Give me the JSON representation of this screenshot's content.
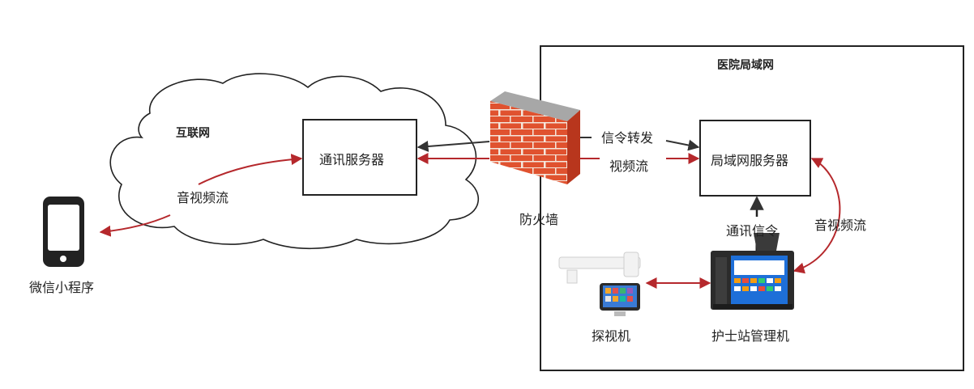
{
  "diagram": {
    "lan_region_label": "医院局域网",
    "internet_label": "互联网",
    "comm_server_label": "通讯服务器",
    "lan_server_label": "局域网服务器",
    "firewall_label": "防火墙",
    "signal_forward_label": "信令转发",
    "video_stream_label": "视频流",
    "av_stream_left_label": "音视频流",
    "av_stream_right_label": "音视频流",
    "comm_signal_label": "通讯信令",
    "mobile_label": "微信小程序",
    "visit_device_label": "探视机",
    "nurse_station_label": "护士站管理机"
  },
  "colors": {
    "arrow_red": "#b5282c",
    "arrow_dark": "#333333",
    "brick": "#e0522f",
    "brick_dark": "#b8361d",
    "wall_top": "#9c9c9c",
    "screen_blue": "#1e6fd8"
  },
  "icons": {
    "firewall": "brick-wall-icon",
    "phone": "smartphone-icon",
    "visit_device": "tablet-arm-icon",
    "nurse_station": "desk-terminal-icon"
  }
}
